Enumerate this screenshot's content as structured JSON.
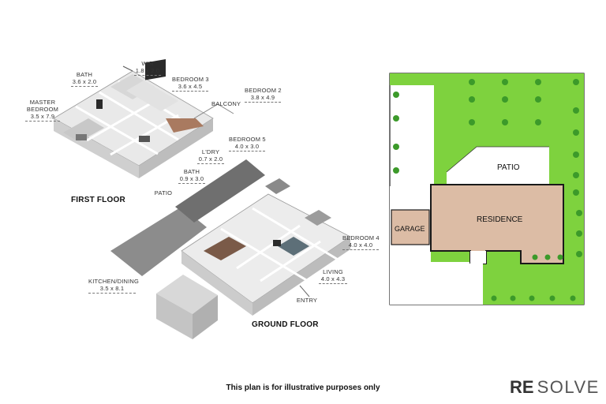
{
  "floors": {
    "first": "FIRST FLOOR",
    "ground": "GROUND FLOOR"
  },
  "first_floor_rooms": [
    {
      "name": "BATH",
      "size": "3.6 x 2.0"
    },
    {
      "name": "WIR",
      "size": "1.8 x 2.0"
    },
    {
      "name": "BEDROOM 3",
      "size": "3.6 x 4.5"
    },
    {
      "name": "BEDROOM 2",
      "size": "3.8 x 4.9"
    },
    {
      "name": "MASTER\nBEDROOM",
      "size": "3.5 x 7.9"
    },
    {
      "name": "BALCONY",
      "size": ""
    }
  ],
  "ground_floor_rooms": [
    {
      "name": "BEDROOM 5",
      "size": "4.0 x 3.0"
    },
    {
      "name": "L'DRY",
      "size": "0.7 x 2.0"
    },
    {
      "name": "BATH",
      "size": "0.9 x 3.0"
    },
    {
      "name": "PATIO",
      "size": ""
    },
    {
      "name": "BEDROOM 4",
      "size": "4.0 x 4.0"
    },
    {
      "name": "LIVING",
      "size": "4.0 x 4.3"
    },
    {
      "name": "KITCHEN/DINING",
      "size": "3.5 x 8.1"
    },
    {
      "name": "ENTRY",
      "size": ""
    }
  ],
  "site_plan": {
    "patio": "PATIO",
    "residence": "RESIDENCE",
    "garage": "GARAGE"
  },
  "colors": {
    "lawn": "#7ed23e",
    "tree": "#3c9a2a",
    "residence": "#dcbca5",
    "garage": "#dcbca5",
    "wall": "#1a1a1a"
  },
  "footer": {
    "disclaimer": "This plan is for illustrative purposes only",
    "logo_re": "RE",
    "logo_solve": "SOLVE"
  }
}
